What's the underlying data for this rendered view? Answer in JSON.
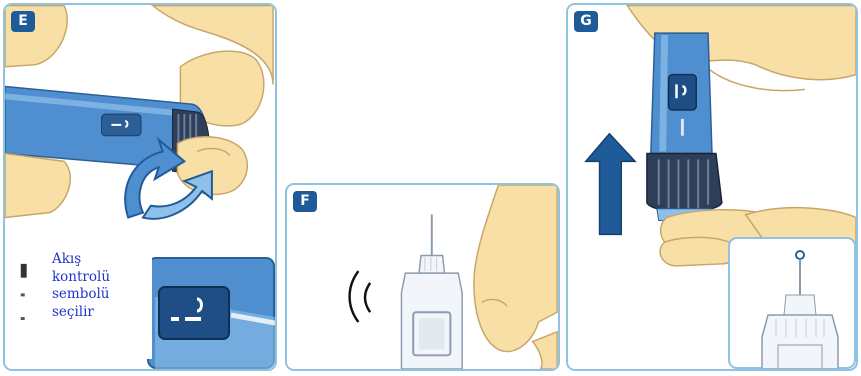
{
  "panels": [
    {
      "step": "E",
      "caption": "Akış\nkontrolü\nsembolü\nseçilir"
    },
    {
      "step": "F"
    },
    {
      "step": "G"
    }
  ],
  "colors": {
    "panel_border": "#8ec3e4",
    "badge": "#1f5b98",
    "pen_body": "#4f8fcf",
    "skin": "#f7dfa6",
    "arrow": "#1f5b98",
    "caption_text": "#2233cc"
  },
  "icons": {
    "panel_e": [
      "hand-holding-pen-illustration",
      "rotate-arrow-icon",
      "dose-window-zoom-inset"
    ],
    "panel_f": [
      "finger-tap-illustration",
      "tap-sound-wave-icon",
      "pen-needle-illustration"
    ],
    "panel_g": [
      "hand-holding-pen-upright-illustration",
      "up-arrow-icon",
      "needle-tip-zoom-inset"
    ]
  }
}
